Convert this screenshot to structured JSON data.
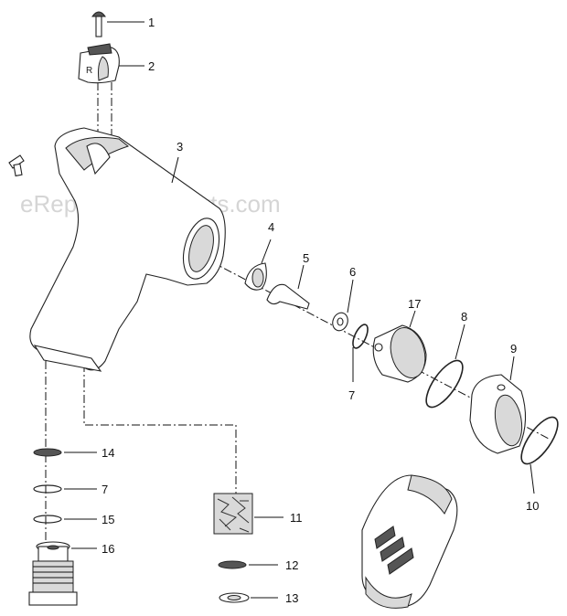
{
  "watermark": "eReplacementParts.com",
  "callouts": {
    "c1": "1",
    "c2": "2",
    "c3": "3",
    "c4": "4",
    "c5": "5",
    "c6": "6",
    "c7a": "7",
    "c17": "17",
    "c8": "8",
    "c9": "9",
    "c10": "10",
    "c14": "14",
    "c7b": "7",
    "c15": "15",
    "c16": "16",
    "c11": "11",
    "c12": "12",
    "c13": "13"
  }
}
